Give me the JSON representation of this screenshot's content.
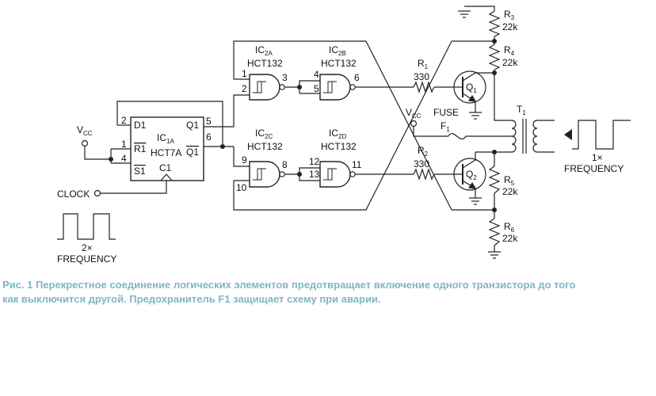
{
  "labels": {
    "vcc_left": "V",
    "vcc_left_sub": "CC",
    "vcc_right": "V",
    "vcc_right_sub": "CC",
    "clock": "CLOCK",
    "input_freq_mult": "2×",
    "input_freq": "FREQUENCY",
    "output_freq_mult": "1×",
    "output_freq": "FREQUENCY",
    "fuse": "FUSE",
    "f1": "F",
    "f1_sub": "1"
  },
  "ic1a": {
    "name": "IC",
    "name_sub": "1A",
    "type": "HCT7A",
    "pin_d1": "D1",
    "pin_r1": "R1",
    "pin_s1": "S1",
    "pin_c1": "C1",
    "pin_q1": "Q1",
    "pin_q1bar": "Q1",
    "pins": {
      "p1": "1",
      "p2": "2",
      "p4": "4",
      "p5": "5",
      "p6": "6"
    }
  },
  "gates": {
    "ic2a": {
      "name": "IC",
      "sub": "2A",
      "type": "HCT132",
      "in1": "1",
      "in2": "2",
      "out": "3"
    },
    "ic2b": {
      "name": "IC",
      "sub": "2B",
      "type": "HCT132",
      "in1": "4",
      "in2": "5",
      "out": "6"
    },
    "ic2c": {
      "name": "IC",
      "sub": "2C",
      "type": "HCT132",
      "in1": "9",
      "in2": "10",
      "out": "8"
    },
    "ic2d": {
      "name": "IC",
      "sub": "2D",
      "type": "HCT132",
      "in1": "12",
      "in2": "13",
      "out": "11"
    }
  },
  "resistors": {
    "r1": {
      "name": "R",
      "sub": "1",
      "value": "330"
    },
    "r2": {
      "name": "R",
      "sub": "2",
      "value": "330"
    },
    "r3": {
      "name": "R",
      "sub": "3",
      "value": "22k"
    },
    "r4": {
      "name": "R",
      "sub": "4",
      "value": "22k"
    },
    "r5": {
      "name": "R",
      "sub": "5",
      "value": "22k"
    },
    "r6": {
      "name": "R",
      "sub": "6",
      "value": "22k"
    }
  },
  "transistors": {
    "q1": {
      "name": "Q",
      "sub": "1"
    },
    "q2": {
      "name": "Q",
      "sub": "2"
    }
  },
  "transformer": {
    "name": "T",
    "sub": "1"
  },
  "caption": {
    "line1": "Рис. 1 Перекрестное соединение логических элементов предотвращает включение одного транзистора до того",
    "line2": " как выключится другой. Предохранитель F1 защищает схему при аварии."
  },
  "colors": {
    "wire": "#222222",
    "caption": "#7fb6c4"
  }
}
